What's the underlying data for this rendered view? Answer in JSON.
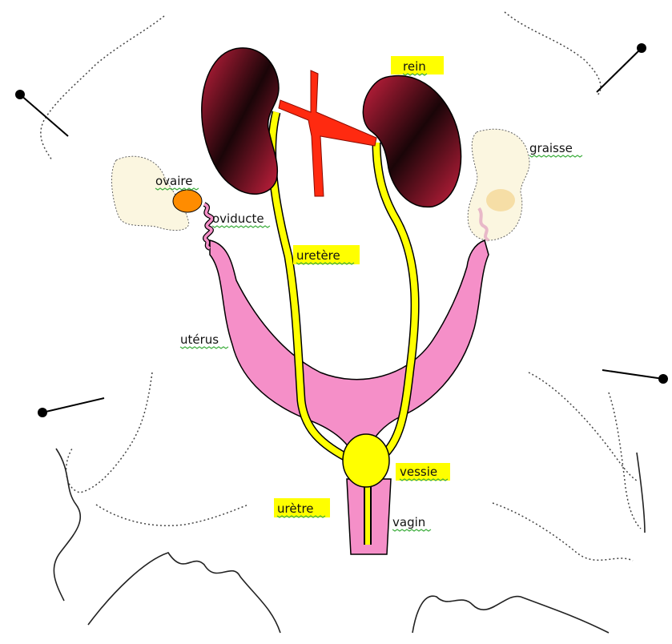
{
  "labels": {
    "rein": "rein",
    "graisse": "graisse",
    "ovaire": "ovaire",
    "oviducte": "oviducte",
    "uretere": "uretère",
    "uterus": "utérus",
    "vessie": "vessie",
    "uretre": "urètre",
    "vagin": "vagin"
  },
  "colors": {
    "kidney_dark": "#1a0508",
    "kidney_red": "#c8203e",
    "artery": "#ff2a10",
    "ureter": "#ffff00",
    "uterus": "#f58fc8",
    "ovary": "#ff8c00",
    "fat": "#fbf6e0",
    "label_highlight": "#ffff00",
    "spellcheck_squiggle": "#3fae3f"
  }
}
